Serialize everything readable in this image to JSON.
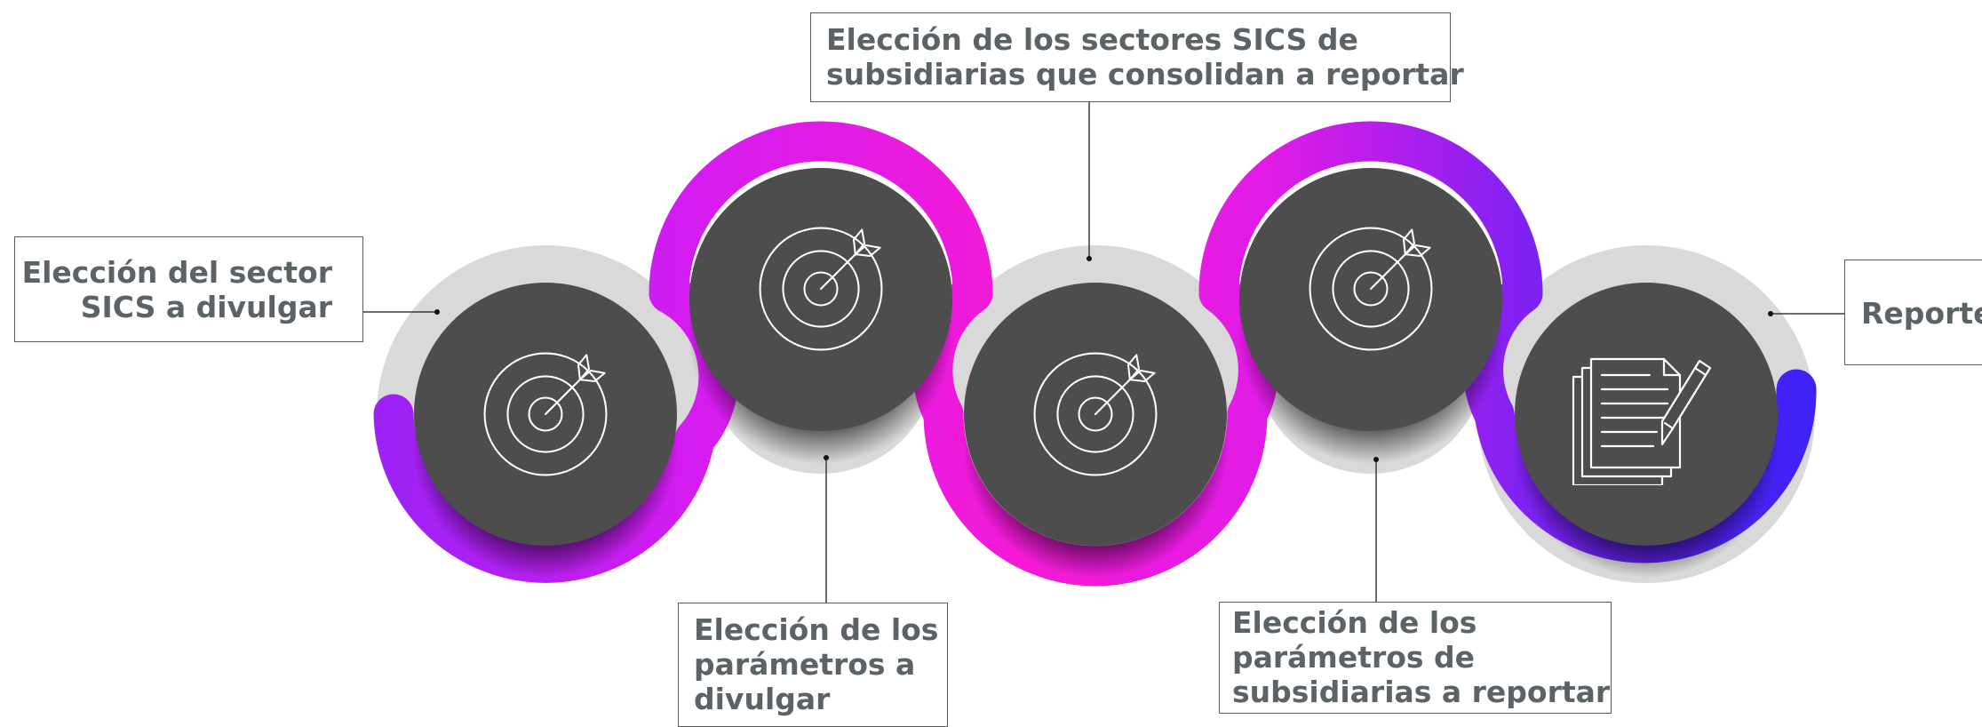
{
  "diagram": {
    "steps": [
      {
        "id": "step1",
        "icon": "target-icon",
        "label_lines": [
          "Elección del sector",
          "SICS a divulgar"
        ]
      },
      {
        "id": "step2",
        "icon": "target-icon",
        "label_lines": [
          "Elección de los",
          "parámetros a",
          "divulgar"
        ]
      },
      {
        "id": "step3",
        "icon": "target-icon",
        "label_lines": [
          "Elección de los sectores SICS de",
          "subsidiarias que consolidan a reportar"
        ]
      },
      {
        "id": "step4",
        "icon": "target-icon",
        "label_lines": [
          "Elección de los",
          "parámetros de",
          "subsidiarias a reportar"
        ]
      },
      {
        "id": "step5",
        "icon": "document-pencil-icon",
        "label_lines": [
          "Reporte"
        ]
      }
    ],
    "colors": {
      "circle_fill": "#4d4d4d",
      "halo": "#d9d9d9",
      "icon_stroke": "#ffffff",
      "text": "#5b6366",
      "connector": "#3a3a3a",
      "gradient_purple": "#a020f0",
      "gradient_magenta": "#f01ad8",
      "gradient_blue": "#3a22f5"
    }
  }
}
